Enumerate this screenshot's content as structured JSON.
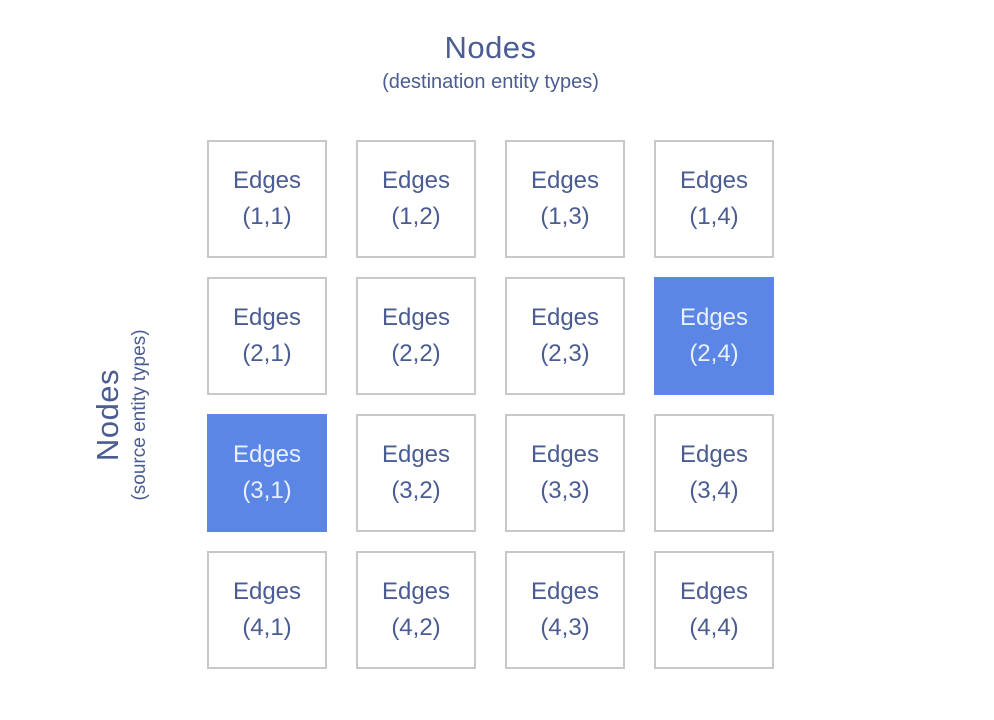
{
  "header": {
    "title": "Nodes",
    "subtitle": "(destination entity types)"
  },
  "side": {
    "title": "Nodes",
    "subtitle": "(source entity types)"
  },
  "colors": {
    "text": "#4a5c92",
    "cell_border": "#c6c8ca",
    "highlight_bg": "#5c86e5",
    "highlight_text": "#e8f0fd",
    "background": "#ffffff"
  },
  "grid": {
    "rows": 4,
    "cols": 4,
    "cell_label": "Edges",
    "cells": [
      {
        "label": "Edges",
        "coord": "(1,1)",
        "highlighted": false
      },
      {
        "label": "Edges",
        "coord": "(1,2)",
        "highlighted": false
      },
      {
        "label": "Edges",
        "coord": "(1,3)",
        "highlighted": false
      },
      {
        "label": "Edges",
        "coord": "(1,4)",
        "highlighted": false
      },
      {
        "label": "Edges",
        "coord": "(2,1)",
        "highlighted": false
      },
      {
        "label": "Edges",
        "coord": "(2,2)",
        "highlighted": false
      },
      {
        "label": "Edges",
        "coord": "(2,3)",
        "highlighted": false
      },
      {
        "label": "Edges",
        "coord": "(2,4)",
        "highlighted": true
      },
      {
        "label": "Edges",
        "coord": "(3,1)",
        "highlighted": true
      },
      {
        "label": "Edges",
        "coord": "(3,2)",
        "highlighted": false
      },
      {
        "label": "Edges",
        "coord": "(3,3)",
        "highlighted": false
      },
      {
        "label": "Edges",
        "coord": "(3,4)",
        "highlighted": false
      },
      {
        "label": "Edges",
        "coord": "(4,1)",
        "highlighted": false
      },
      {
        "label": "Edges",
        "coord": "(4,2)",
        "highlighted": false
      },
      {
        "label": "Edges",
        "coord": "(4,3)",
        "highlighted": false
      },
      {
        "label": "Edges",
        "coord": "(4,4)",
        "highlighted": false
      }
    ]
  }
}
